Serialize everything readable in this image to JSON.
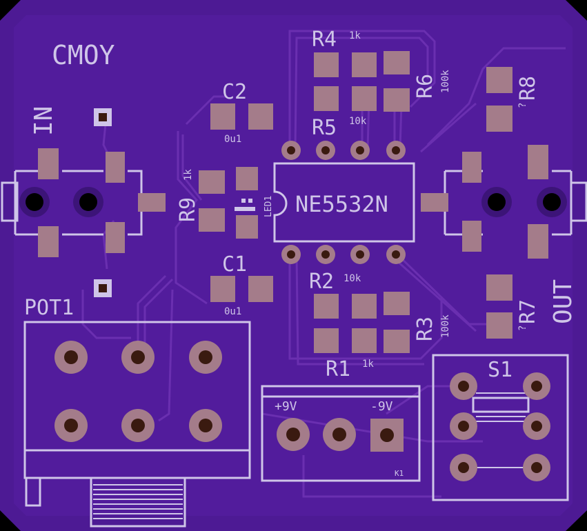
{
  "board": {
    "title": "CMOY",
    "colors": {
      "board": "#4d1a94",
      "silk": "#cfc5e8",
      "pad": "#a47c8a",
      "trace": "#6a2fb0",
      "drill": "#3a1a10"
    }
  },
  "labels": {
    "in": "IN",
    "out": "OUT",
    "ic": "NE5532N",
    "led": "LED1",
    "pot": "POT1",
    "switch": "S1",
    "conn": "K1",
    "plus9": "+9V",
    "minus9": "-9V",
    "c1": "C1",
    "c1v": "0u1",
    "c2": "C2",
    "c2v": "0u1",
    "r1": "R1",
    "r1v": "1k",
    "r2": "R2",
    "r2v": "10k",
    "r3": "R3",
    "r3v": "100k",
    "r4": "R4",
    "r4v": "1k",
    "r5": "R5",
    "r5v": "10k",
    "r6": "R6",
    "r6v": "100k",
    "r7": "R7",
    "r7v": "?",
    "r8": "R8",
    "r8v": "?",
    "r9": "R9",
    "r9v": "1k"
  }
}
